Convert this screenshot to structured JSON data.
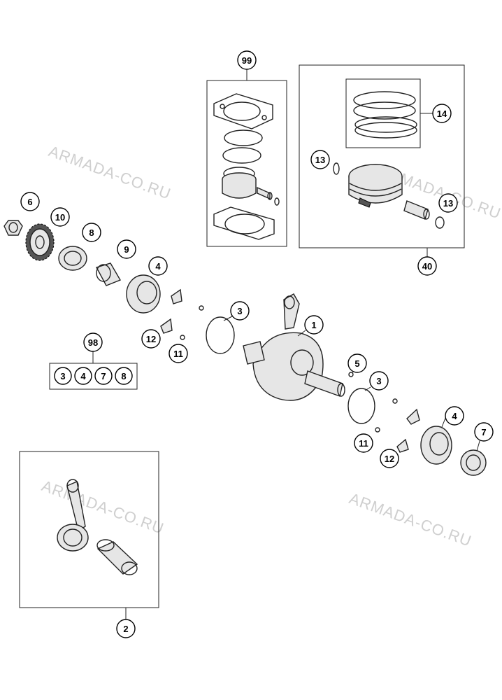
{
  "watermarks": [
    "ARMADA-CO.RU",
    "ARMADA-CO.RU",
    "ARMADA-CO.RU",
    "ARMADA-CO.RU"
  ],
  "callouts": {
    "c1": "1",
    "c2": "2",
    "c3a": "3",
    "c3b": "3",
    "c4a": "4",
    "c4b": "4",
    "c5": "5",
    "c6": "6",
    "c7": "7",
    "c8": "8",
    "c9": "9",
    "c10": "10",
    "c11a": "11",
    "c11b": "11",
    "c12a": "12",
    "c12b": "12",
    "c13a": "13",
    "c13b": "13",
    "c14": "14",
    "c40": "40",
    "c98": "98",
    "c99": "99"
  },
  "kit98": [
    "3",
    "4",
    "7",
    "8"
  ]
}
